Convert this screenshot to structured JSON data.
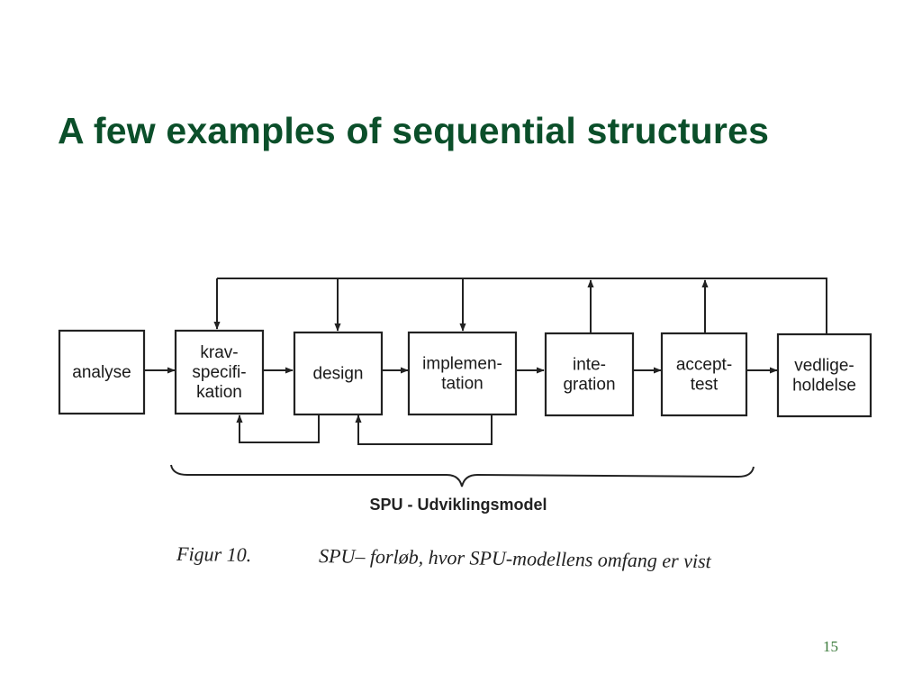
{
  "slide": {
    "title": "A few examples of sequential structures",
    "page_number": "15"
  },
  "diagram": {
    "boxes": [
      {
        "id": "analyse",
        "lines": [
          "analyse"
        ]
      },
      {
        "id": "kravspecifikation",
        "lines": [
          "krav-",
          "specifi-",
          "kation"
        ]
      },
      {
        "id": "design",
        "lines": [
          "design"
        ]
      },
      {
        "id": "implementation",
        "lines": [
          "implemen-",
          "tation"
        ]
      },
      {
        "id": "integration",
        "lines": [
          "inte-",
          "gration"
        ]
      },
      {
        "id": "accepttest",
        "lines": [
          "accept-",
          "test"
        ]
      },
      {
        "id": "vedligeholdelse",
        "lines": [
          "vedlige-",
          "holdelse"
        ]
      }
    ],
    "model_label": "SPU - Udviklingsmodel",
    "caption_figure": "Figur 10.",
    "caption_text": "SPU– forløb, hvor SPU-modellens omfang er vist"
  },
  "colors": {
    "title": "#0b4f2a",
    "lines": "#222222",
    "page_number": "#3a7a3a"
  }
}
